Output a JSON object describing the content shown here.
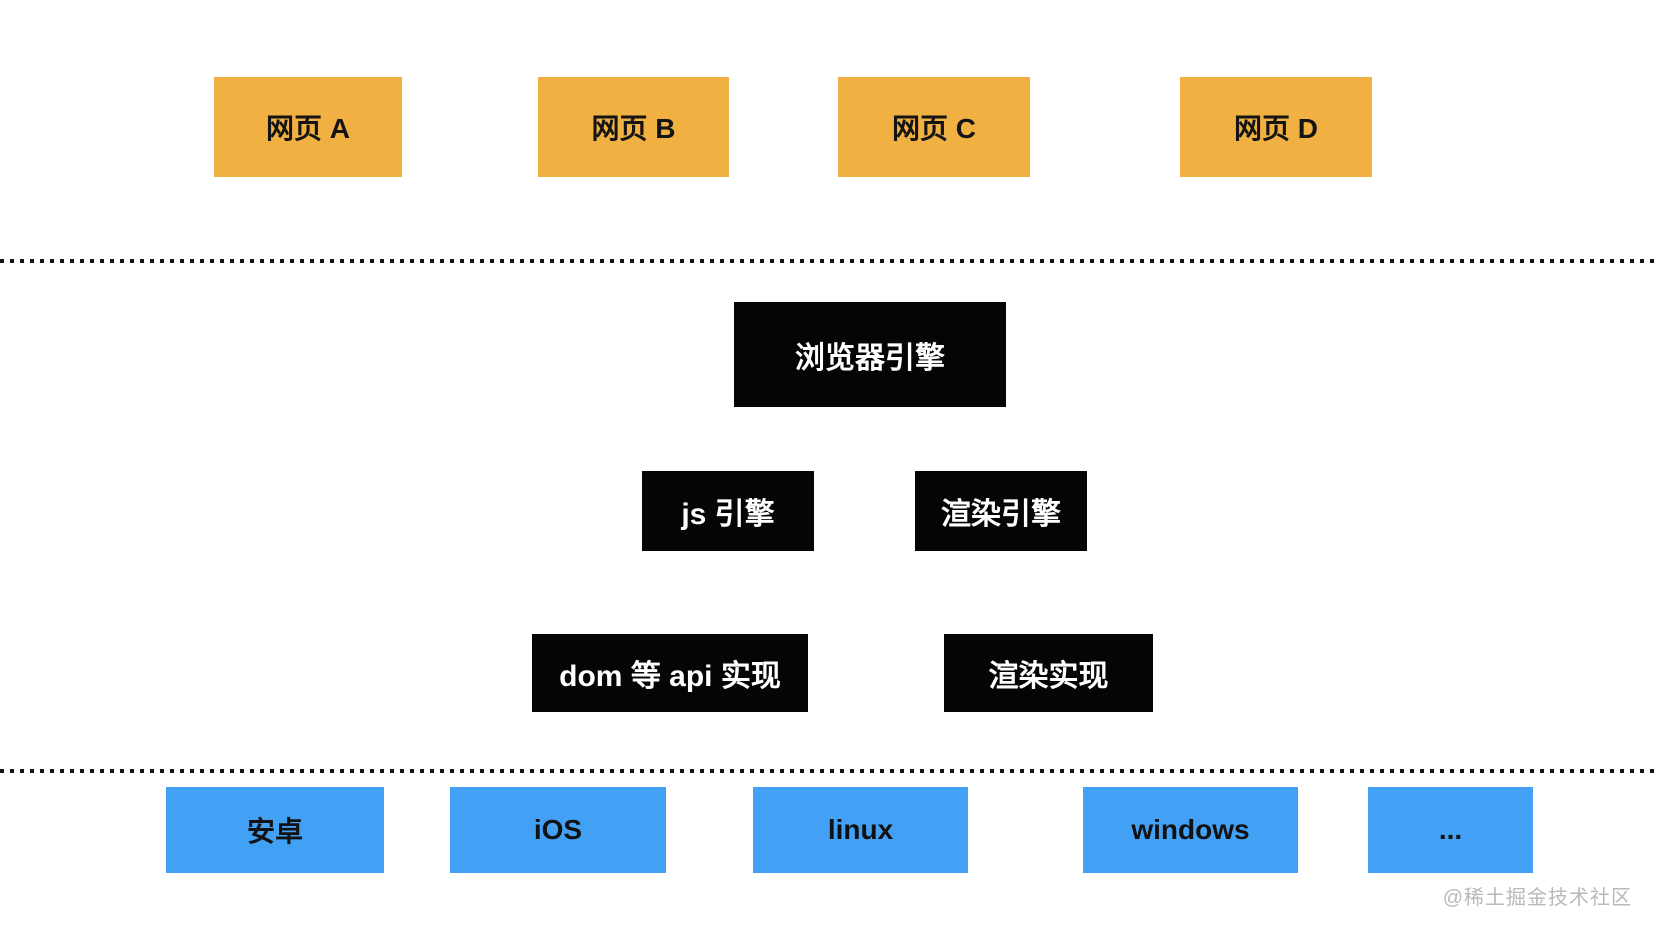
{
  "diagram_title": "browser-architecture-diagram",
  "colors": {
    "webpage_box": "#f0b042",
    "engine_box": "#050505",
    "engine_box_text": "#ffffff",
    "platform_box": "#42a0f5",
    "box_text": "#141414",
    "separator_dots": "#151515",
    "watermark_text": "#b9b9b9",
    "background": "#ffffff"
  },
  "webpages": [
    {
      "label": "网页 A"
    },
    {
      "label": "网页 B"
    },
    {
      "label": "网页 C"
    },
    {
      "label": "网页 D"
    }
  ],
  "browser_engine": {
    "label": "浏览器引擎"
  },
  "engines": [
    {
      "label": "js 引擎"
    },
    {
      "label": "渲染引擎"
    }
  ],
  "implementations": [
    {
      "label": "dom 等 api 实现"
    },
    {
      "label": "渲染实现"
    }
  ],
  "platforms": [
    {
      "label": "安卓"
    },
    {
      "label": "iOS"
    },
    {
      "label": "linux"
    },
    {
      "label": "windows"
    },
    {
      "label": "..."
    }
  ],
  "watermark": {
    "label": "@稀土掘金技术社区"
  }
}
